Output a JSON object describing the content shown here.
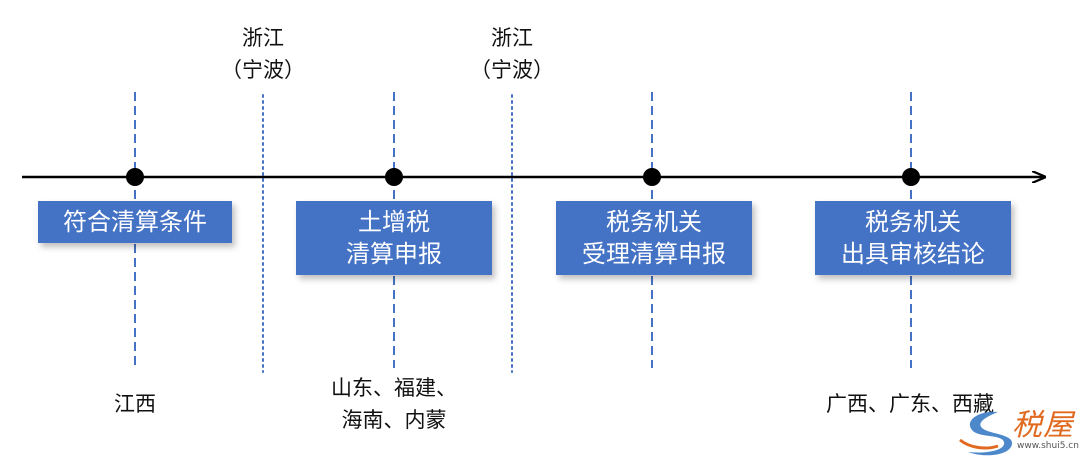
{
  "timeline": {
    "stages": [
      {
        "lines": [
          "符合清算条件"
        ]
      },
      {
        "lines": [
          "土增税",
          "清算申报"
        ]
      },
      {
        "lines": [
          "税务机关",
          "受理清算申报"
        ]
      },
      {
        "lines": [
          "税务机关",
          "出具审核结论"
        ]
      }
    ],
    "top_markers": [
      {
        "lines": [
          "浙江",
          "（宁波）"
        ]
      },
      {
        "lines": [
          "浙江",
          "（宁波）"
        ]
      }
    ],
    "bottom_regions": [
      {
        "lines": [
          "江西"
        ]
      },
      {
        "lines": [
          "山东、福建、",
          "海南、内蒙"
        ]
      },
      {
        "lines": [
          "广西、广东、西藏"
        ]
      }
    ],
    "colors": {
      "box": "#4472c4",
      "dashed_line": "#4472c4",
      "dotted_line": "#4472c4",
      "axis": "#000000"
    }
  },
  "watermark": {
    "text": "税屋",
    "url": "www.shui5.cn"
  }
}
